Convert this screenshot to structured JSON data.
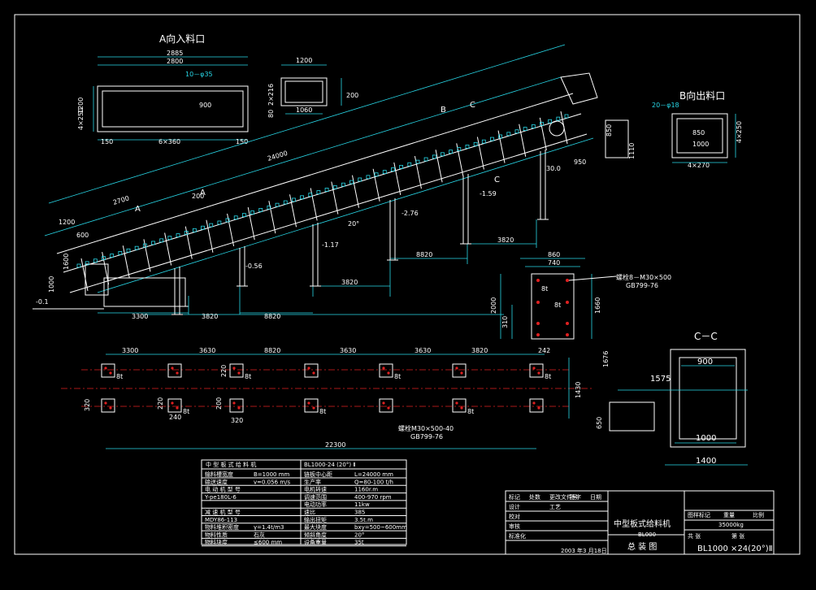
{
  "views": {
    "a_inlet": {
      "title": "A向入料口",
      "dims": [
        "2885",
        "2800",
        "1200",
        "4×250",
        "900",
        "10－φ35",
        "6×360",
        "150",
        "150"
      ]
    },
    "section_small": {
      "dims": [
        "1200",
        "1060",
        "200",
        "2×216",
        "80"
      ]
    },
    "b_outlet": {
      "title": "B向出料口",
      "dims": [
        "20－φ18",
        "850",
        "1000",
        "4×250",
        "4×270"
      ]
    },
    "side_view": {
      "dims": [
        "24000",
        "2700",
        "1200",
        "1600",
        "1000",
        "3300",
        "3820",
        "8820",
        "3820",
        "8820",
        "3820",
        "1110",
        "850",
        "950",
        "600",
        "200",
        "30.0"
      ],
      "elevations": [
        "-0.1",
        "-0.56",
        "-1.17",
        "-2.76",
        "-1.59"
      ],
      "angle": "20°",
      "markers": [
        "A",
        "A",
        "C",
        "C",
        "B"
      ]
    },
    "foundation_plate": {
      "dims": [
        "860",
        "740",
        "2000",
        "1660",
        "310"
      ],
      "loads": [
        "8t",
        "8t"
      ],
      "bolt_note_1": "螺栓8－M30×500",
      "bolt_note_2": "GB799-76"
    },
    "plan_view": {
      "dims": [
        "3300",
        "3630",
        "8820",
        "3630",
        "3630",
        "3820",
        "242",
        "22300",
        "1430",
        "220",
        "220",
        "200",
        "320",
        "240",
        "320"
      ],
      "load": "8t",
      "bolt_note_1": "螺栓M30×500-40",
      "bolt_note_2": "GB799-76"
    },
    "section_cc": {
      "title": "C－C",
      "dims": [
        "900",
        "1575",
        "1676",
        "650",
        "1000",
        "1400"
      ]
    }
  },
  "spec_table": {
    "title": "中 型 板 式 给 料 机",
    "model": "BL1000-24 (20°) Ⅱ",
    "rows": [
      [
        "输料槽宽度",
        "B=1000  mm",
        "链板中心距",
        "L=24000  mm"
      ],
      [
        "输送速度",
        "v=0.056  m/s",
        "生产率",
        "Q=80-100  t/h"
      ],
      [
        "电 动 机 型 号",
        "",
        "电机转速",
        "1160r.m"
      ],
      [
        "Y-pe180L-6",
        "",
        "调速范围",
        "400-970 rpm"
      ],
      [
        "",
        "",
        "电动功率",
        "11kw"
      ],
      [
        "减 速 机 型 号",
        "",
        "速比",
        "385"
      ],
      [
        "MDY86-113",
        "",
        "输出扭矩",
        "3.5t.m"
      ],
      [
        "物料堆积密度",
        "γ=1.4t/m3",
        "最大块度",
        "bxy=500~600mm"
      ],
      [
        "物料性质",
        "石灰",
        "倾斜角度",
        "20°"
      ],
      [
        "物料块度",
        "≤600 mm",
        "设备重量",
        "35t"
      ]
    ]
  },
  "title_block": {
    "left_rows": [
      [
        "标记",
        "处数",
        "更改文件号",
        "签字",
        "日期"
      ],
      [
        "设计",
        "",
        "工艺",
        ""
      ],
      [
        "校对",
        "",
        "",
        ""
      ],
      [
        "审核",
        "",
        "",
        ""
      ],
      [
        "标准化",
        "",
        "",
        ""
      ]
    ],
    "date": "2003 年3 月18日",
    "name": "中型板式给料机",
    "code": "BL000",
    "drawing_name": "总 装 图",
    "stage_headers": [
      "图样标记",
      "重量",
      "比例"
    ],
    "weight": "35000kg",
    "sheet": [
      "共  张",
      "第  张"
    ],
    "drawing_no": "BL1000 ×24(20°)Ⅱ"
  }
}
